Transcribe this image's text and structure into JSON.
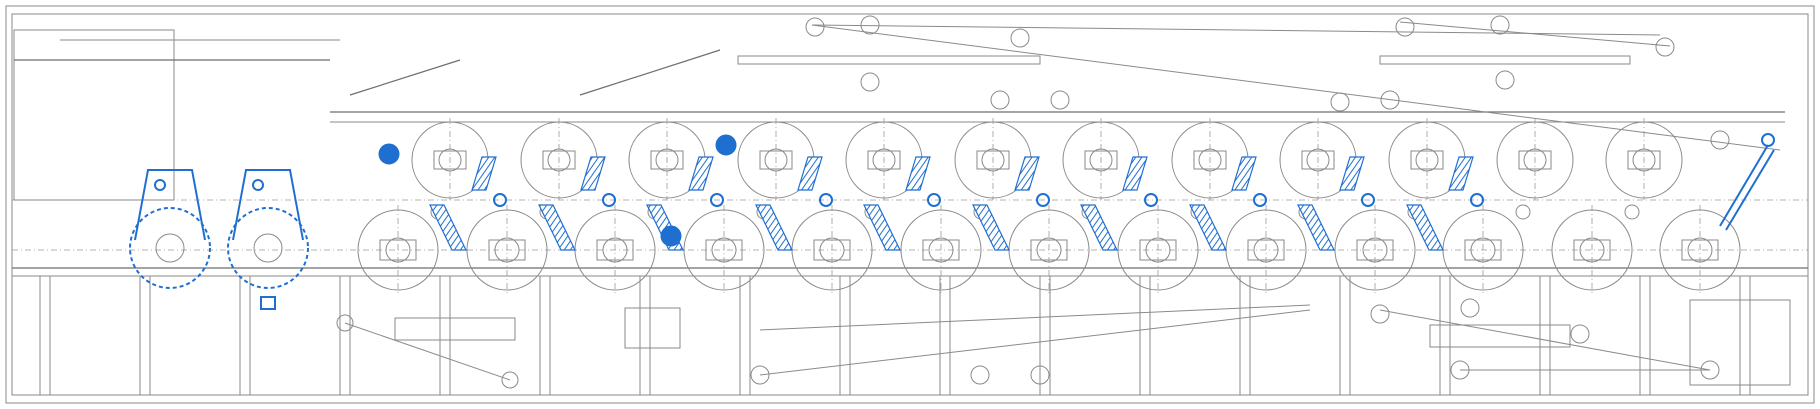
{
  "colors": {
    "accent": "#1f6fd1",
    "line": "#8a8a8a",
    "background": "#ffffff"
  },
  "diagram": {
    "lower_cylinders": 13,
    "upper_cylinders": 12,
    "highlighted_press_rolls": 2,
    "highlighted_blue_dots": 3
  }
}
